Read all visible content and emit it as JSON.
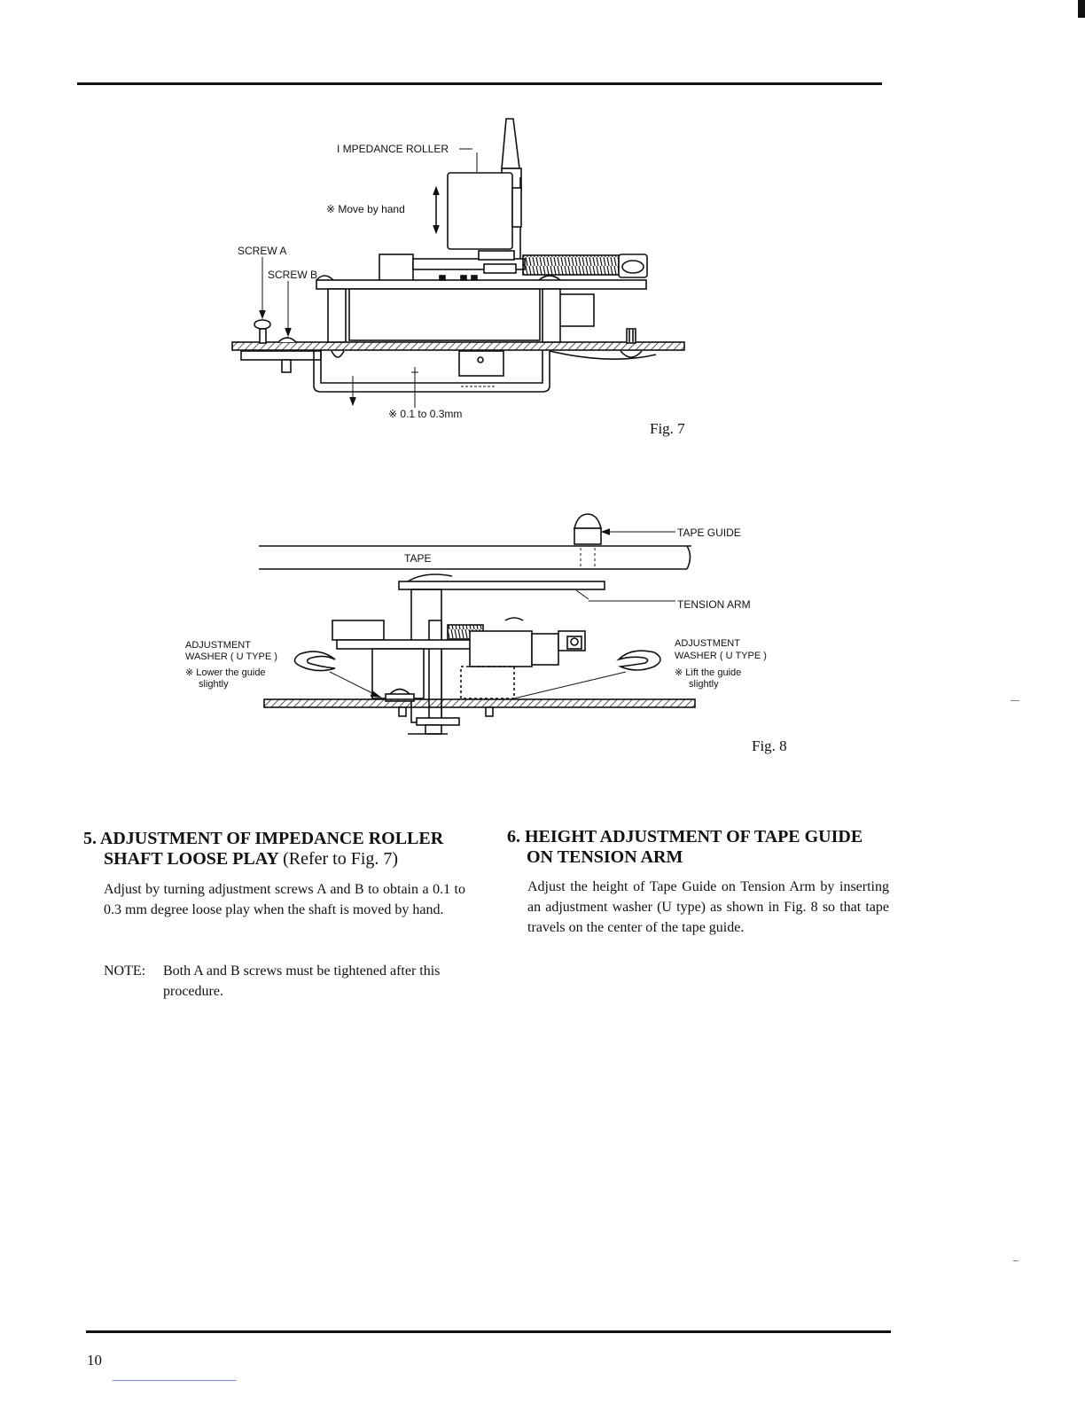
{
  "fig7": {
    "caption": "Fig. 7",
    "impedance_roller": "I MPEDANCE  ROLLER",
    "move_by_hand": "※ Move by hand",
    "screw_a": "SCREW  A",
    "screw_b": "SCREW  B",
    "play_range": "※ 0.1 to 0.3mm"
  },
  "fig8": {
    "caption": "Fig. 8",
    "tape_guide": "TAPE  GUIDE",
    "tape": "TAPE",
    "tension_arm": "TENSION  ARM",
    "left_washer_1": "ADJUSTMENT",
    "left_washer_2": "WASHER ( U  TYPE )",
    "left_note_1": "※ Lower  the  guide",
    "left_note_2": "slightly",
    "right_washer_1": "ADJUSTMENT",
    "right_washer_2": "WASHER ( U  TYPE )",
    "right_note_1": "※ Lift  the  guide",
    "right_note_2": "slightly"
  },
  "section5": {
    "number": "5.",
    "title_line1": "ADJUSTMENT OF IMPEDANCE ROLLER",
    "title_line2": "SHAFT LOOSE PLAY",
    "title_ref": "(Refer to Fig. 7)",
    "body": "Adjust by turning adjustment screws A and B to obtain a 0.1 to 0.3 mm degree loose play when the shaft is moved by hand.",
    "note_label": "NOTE:",
    "note_text": "Both A and B screws must be tightened after this procedure."
  },
  "section6": {
    "number": "6.",
    "title_line1": "HEIGHT ADJUSTMENT OF TAPE GUIDE",
    "title_line2": "ON TENSION ARM",
    "body": "Adjust the height of Tape Guide on Tension Arm by inserting an adjustment washer (U type) as shown in Fig. 8 so that tape travels on the center of the tape guide."
  },
  "footer": {
    "page_number": "10"
  }
}
